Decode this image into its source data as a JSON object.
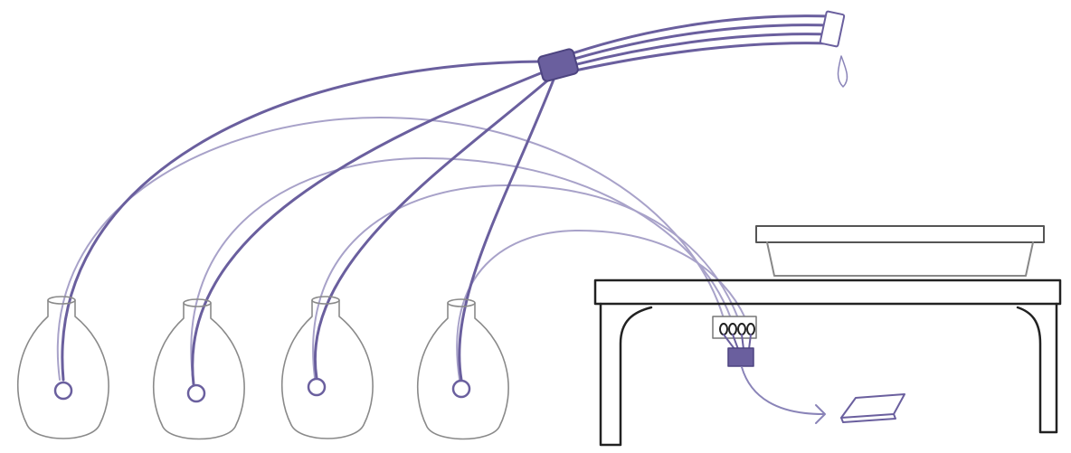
{
  "colors": {
    "tube_dark": "#6a5f9e",
    "tube_light": "#a8a2c9",
    "outline": "#2a2a2a",
    "bottle": "#8a8a8a"
  },
  "bottles": [
    {
      "id": "bottle-1"
    },
    {
      "id": "bottle-2"
    },
    {
      "id": "bottle-3"
    },
    {
      "id": "bottle-4"
    }
  ]
}
